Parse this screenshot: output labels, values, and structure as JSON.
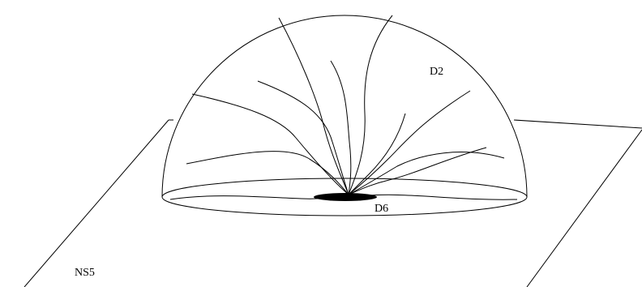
{
  "labels": {
    "dome": "D2",
    "core": "D6",
    "plane": "NS5"
  },
  "colors": {
    "line": "#000000",
    "background": "#ffffff",
    "core_fill": "#000000"
  }
}
